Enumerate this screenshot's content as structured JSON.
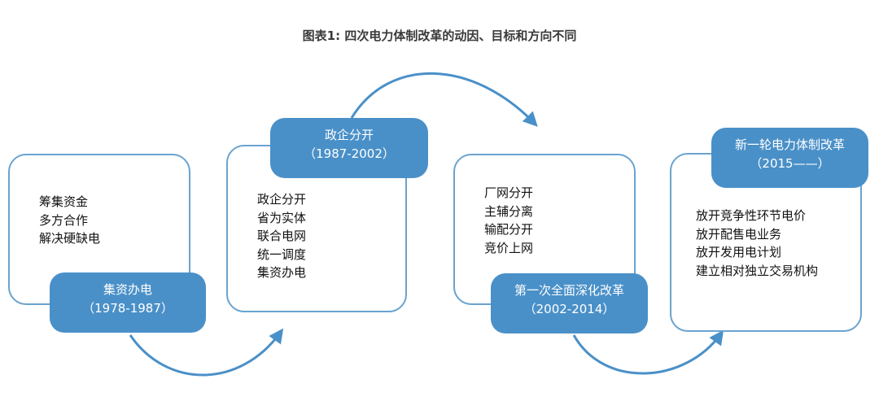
{
  "title": "图表1: 四次电力体制改革的动因、目标和方向不同",
  "stages": [
    {
      "name": "集资办电",
      "period": "（1978-1987）",
      "items": [
        "筹集资金",
        "多方合作",
        "解决硬缺电"
      ]
    },
    {
      "name": "政企分开",
      "period": "（1987-2002）",
      "items": [
        "政企分开",
        "省为实体",
        "联合电网",
        "统一调度",
        "集资办电"
      ]
    },
    {
      "name": "第一次全面深化改革",
      "period": "（2002-2014）",
      "items": [
        "厂网分开",
        "主辅分离",
        "输配分开",
        "竞价上网"
      ]
    },
    {
      "name": "新一轮电力体制改革",
      "period": "（2015——）",
      "items": [
        "放开竞争性环节电价",
        "放开配售电业务",
        "放开发用电计划",
        "建立相对独立交易机构"
      ]
    }
  ],
  "colors": {
    "accent": "#4a90c8",
    "border": "#6aa3cf"
  }
}
